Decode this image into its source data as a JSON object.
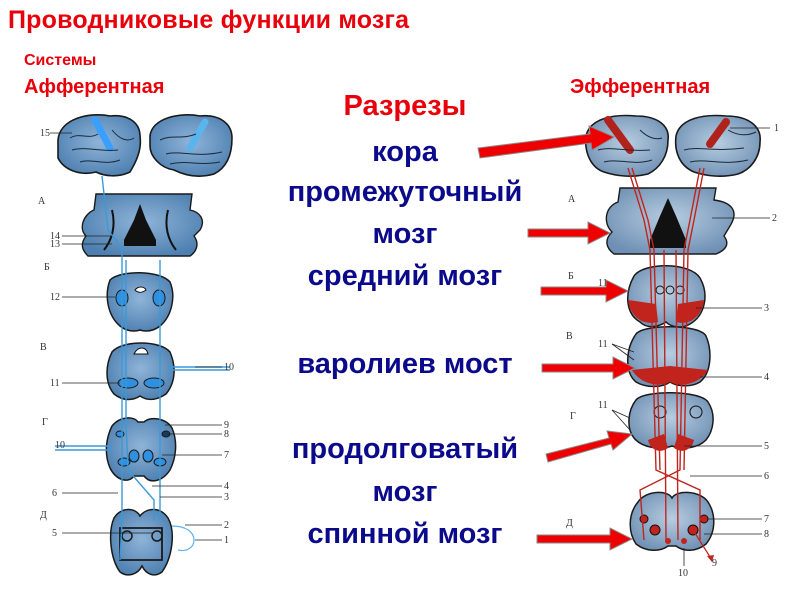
{
  "slide": {
    "title": "Проводниковые функции мозга",
    "systems_label": "Системы",
    "afferent_label": "Афферентная",
    "efferent_label": "Эфферентная"
  },
  "sections": {
    "heading": "Разрезы",
    "items": [
      "кора",
      "промежуточный",
      "мозг",
      "средний мозг",
      "варолиев мост",
      "продолговатый",
      "мозг",
      "спинной мозг"
    ]
  },
  "afferent_diagram": {
    "section_letters": [
      "А",
      "Б",
      "В",
      "Г",
      "Д"
    ],
    "number_labels": [
      "15",
      "14",
      "13",
      "12",
      "10",
      "11",
      "9",
      "8",
      "10",
      "7",
      "6",
      "4",
      "3",
      "2",
      "5",
      "1"
    ],
    "pathway_color": "#3a9ad9",
    "tissue_color": "#5a8ab8"
  },
  "efferent_diagram": {
    "section_letters": [
      "А",
      "Б",
      "В",
      "Г",
      "Д"
    ],
    "number_labels": [
      "1",
      "2",
      "11",
      "3",
      "11",
      "4",
      "11",
      "5",
      "6",
      "7",
      "8",
      "9",
      "10"
    ],
    "pathway_color": "#c0241c",
    "tissue_color": "#6f90b4"
  },
  "colors": {
    "title_red": "#e8000b",
    "text_navy": "#0a0a8a",
    "arrow_red": "#ee0000"
  }
}
